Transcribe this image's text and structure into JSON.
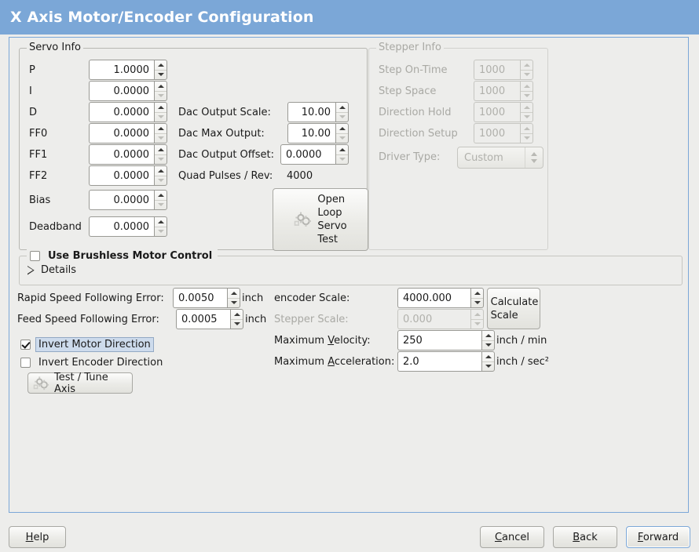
{
  "window": {
    "title": "X Axis Motor/Encoder Configuration"
  },
  "servo_info": {
    "legend": "Servo Info",
    "rows": [
      {
        "label": "P",
        "value": "1.0000"
      },
      {
        "label": "I",
        "value": "0.0000"
      },
      {
        "label": "D",
        "value": "0.0000"
      },
      {
        "label": "FF0",
        "value": "0.0000"
      },
      {
        "label": "FF1",
        "value": "0.0000"
      },
      {
        "label": "FF2",
        "value": "0.0000"
      },
      {
        "label": "Bias",
        "value": "0.0000"
      },
      {
        "label": "Deadband",
        "value": "0.0000"
      }
    ],
    "dac": [
      {
        "label": "Dac Output Scale:",
        "value": "10.00"
      },
      {
        "label": "Dac Max Output:",
        "value": "10.00"
      },
      {
        "label": "Dac Output Offset:",
        "value": "0.0000"
      }
    ],
    "quad_pulses_label": "Quad Pulses / Rev:",
    "quad_pulses_value": "4000",
    "open_loop_button": {
      "icon": "gears-icon",
      "lines": [
        "Open",
        "Loop",
        "Servo",
        "Test"
      ]
    }
  },
  "stepper_info": {
    "legend": "Stepper Info",
    "enabled": false,
    "rows": [
      {
        "label": "Step On-Time",
        "value": "1000"
      },
      {
        "label": "Step Space",
        "value": "1000"
      },
      {
        "label": "Direction Hold",
        "value": "1000"
      },
      {
        "label": "Direction Setup",
        "value": "1000"
      }
    ],
    "driver_type": {
      "label": "Driver Type:",
      "value": "Custom"
    }
  },
  "brushless": {
    "checkbox_label": "Use Brushless Motor Control",
    "checked": false,
    "details_label": "Details",
    "details_expanded": false
  },
  "tuning": {
    "rapid_following_error": {
      "label": "Rapid Speed Following Error:",
      "value": "0.0050",
      "unit": "inch"
    },
    "feed_following_error": {
      "label": "Feed Speed Following Error:",
      "value": "0.0005",
      "unit": "inch"
    },
    "invert_motor": {
      "label": "Invert Motor Direction",
      "checked": true,
      "focused": true
    },
    "invert_encoder": {
      "label": "Invert Encoder Direction",
      "checked": false,
      "focused": false
    },
    "test_tune_button": {
      "icon": "gears-icon",
      "label": "Test / Tune Axis"
    }
  },
  "scales": {
    "encoder_scale": {
      "label": "encoder Scale:",
      "value": "4000.000",
      "enabled": true
    },
    "stepper_scale": {
      "label": "Stepper Scale:",
      "value": "0.000",
      "enabled": false
    },
    "max_velocity": {
      "label_prefix": "Maximum ",
      "label_mnemonic": "V",
      "label_suffix": "elocity:",
      "value": "250",
      "unit": "inch / min"
    },
    "max_acceleration": {
      "label_prefix": "Maximum ",
      "label_mnemonic": "A",
      "label_suffix": "cceleration:",
      "value": "2.0",
      "unit": "inch / sec²"
    },
    "calculate_button": {
      "line1": "Calculate",
      "line2": "Scale"
    }
  },
  "footer": {
    "help": {
      "mnemonic": "H",
      "rest": "elp"
    },
    "cancel": {
      "pre": "",
      "mnemonic": "C",
      "rest": "ancel"
    },
    "back": {
      "pre": "",
      "mnemonic": "B",
      "rest": "ack"
    },
    "forward": {
      "pre": "",
      "mnemonic": "F",
      "rest": "orward"
    }
  },
  "colors": {
    "header_blue": "#7ba7d7",
    "panel_bg": "#ededeb",
    "focus_blue": "#cddbec"
  }
}
